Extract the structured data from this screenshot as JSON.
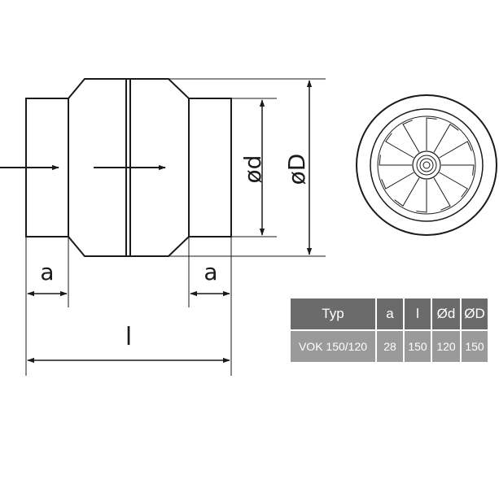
{
  "dimensions": {
    "a_left": "a",
    "a_right": "a",
    "length": "l",
    "inner_diameter": "ød",
    "outer_diameter": "øD"
  },
  "colors": {
    "line": "#1a1a1a",
    "table_header_bg": "#6b6b6b",
    "table_row_bg": "#9a9a9a",
    "table_text": "#ffffff"
  },
  "table": {
    "headers": [
      "Typ",
      "a",
      "l",
      "Ød",
      "ØD"
    ],
    "rows": [
      [
        "VOK 150/120",
        "28",
        "150",
        "120",
        "150"
      ]
    ]
  }
}
